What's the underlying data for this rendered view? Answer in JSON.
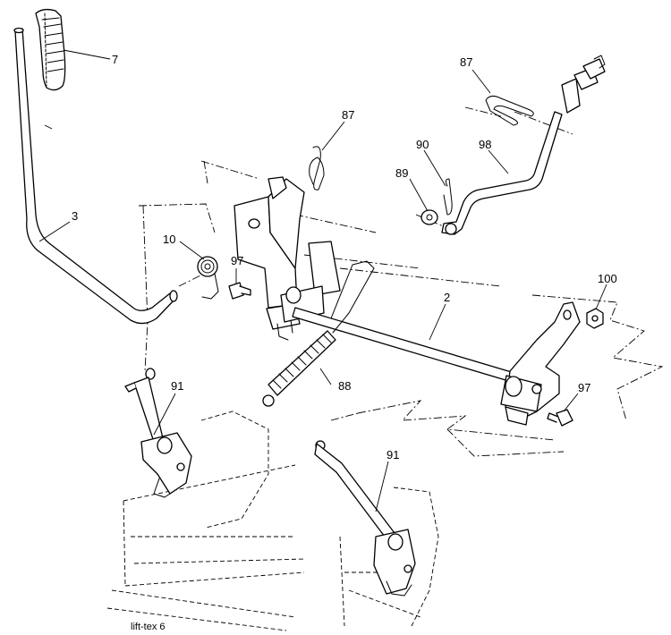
{
  "diagram": {
    "caption": "lift-tex 6",
    "callouts": {
      "grip": "7",
      "lever": "3",
      "spring_small": "10",
      "bolt_left": "97",
      "clip_top": "87",
      "clip_right": "87",
      "clip_mid": "90",
      "washer": "89",
      "rod": "98",
      "nut": "100",
      "shaft": "2",
      "spring_large": "88",
      "bolt_right": "97",
      "link_left": "91",
      "link_right": "91"
    }
  }
}
